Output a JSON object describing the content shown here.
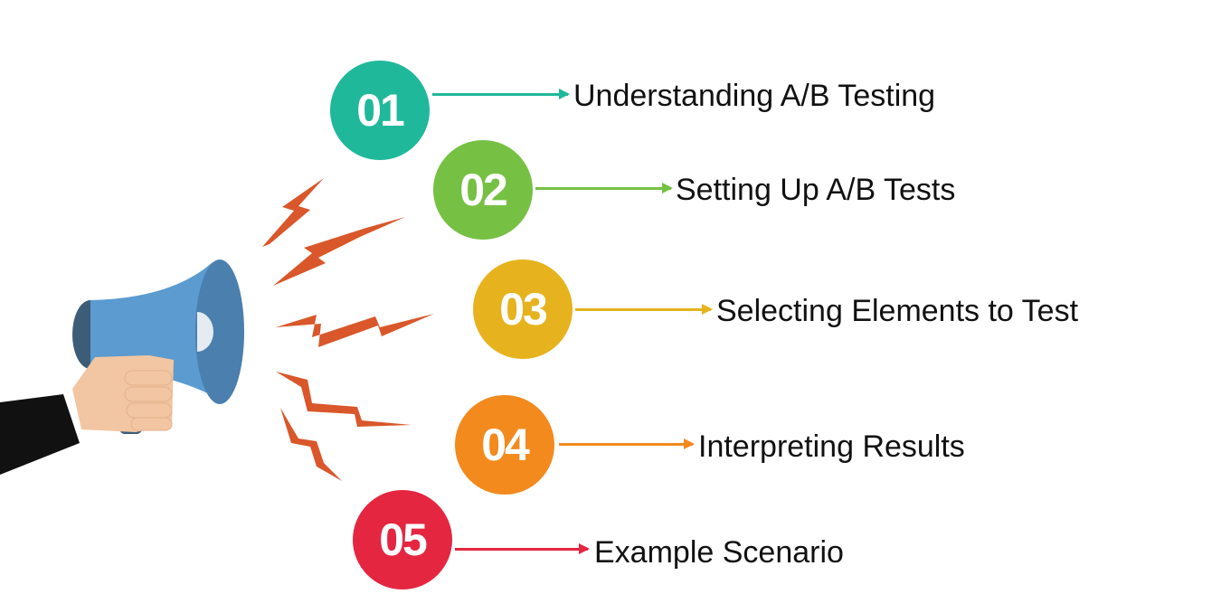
{
  "items": [
    {
      "number": "01",
      "label": "Understanding A/B Testing",
      "color": "#1fb89a"
    },
    {
      "number": "02",
      "label": "Setting Up A/B Tests",
      "color": "#76c043"
    },
    {
      "number": "03",
      "label": "Selecting Elements to Test",
      "color": "#e6b31e"
    },
    {
      "number": "04",
      "label": "Interpreting Results",
      "color": "#f28a1e"
    },
    {
      "number": "05",
      "label": "Example Scenario",
      "color": "#e42641"
    }
  ],
  "illustration": {
    "icon": "megaphone-icon",
    "sound_color": "#d9572a",
    "megaphone_color": "#5b9bd0"
  }
}
